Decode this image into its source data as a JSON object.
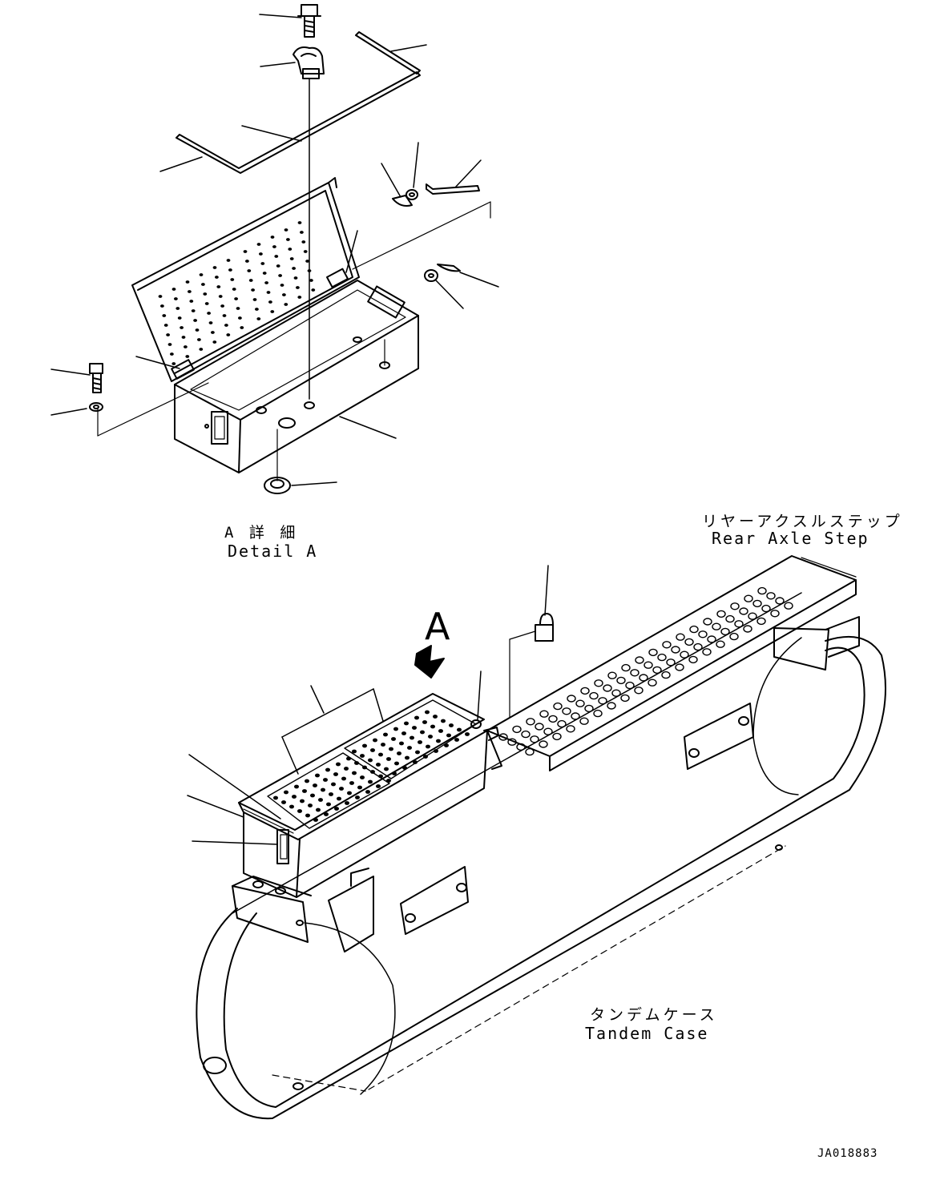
{
  "labels": {
    "detail_a_jp": "A 詳 細",
    "detail_a_en": "Detail A",
    "rear_axle_step_jp": "リヤーアクスルステップ",
    "rear_axle_step_en": "Rear Axle Step",
    "view_marker": "A",
    "tandem_case_jp": "タンデムケース",
    "tandem_case_en": "Tandem Case",
    "drawing_id": "JA018883"
  }
}
